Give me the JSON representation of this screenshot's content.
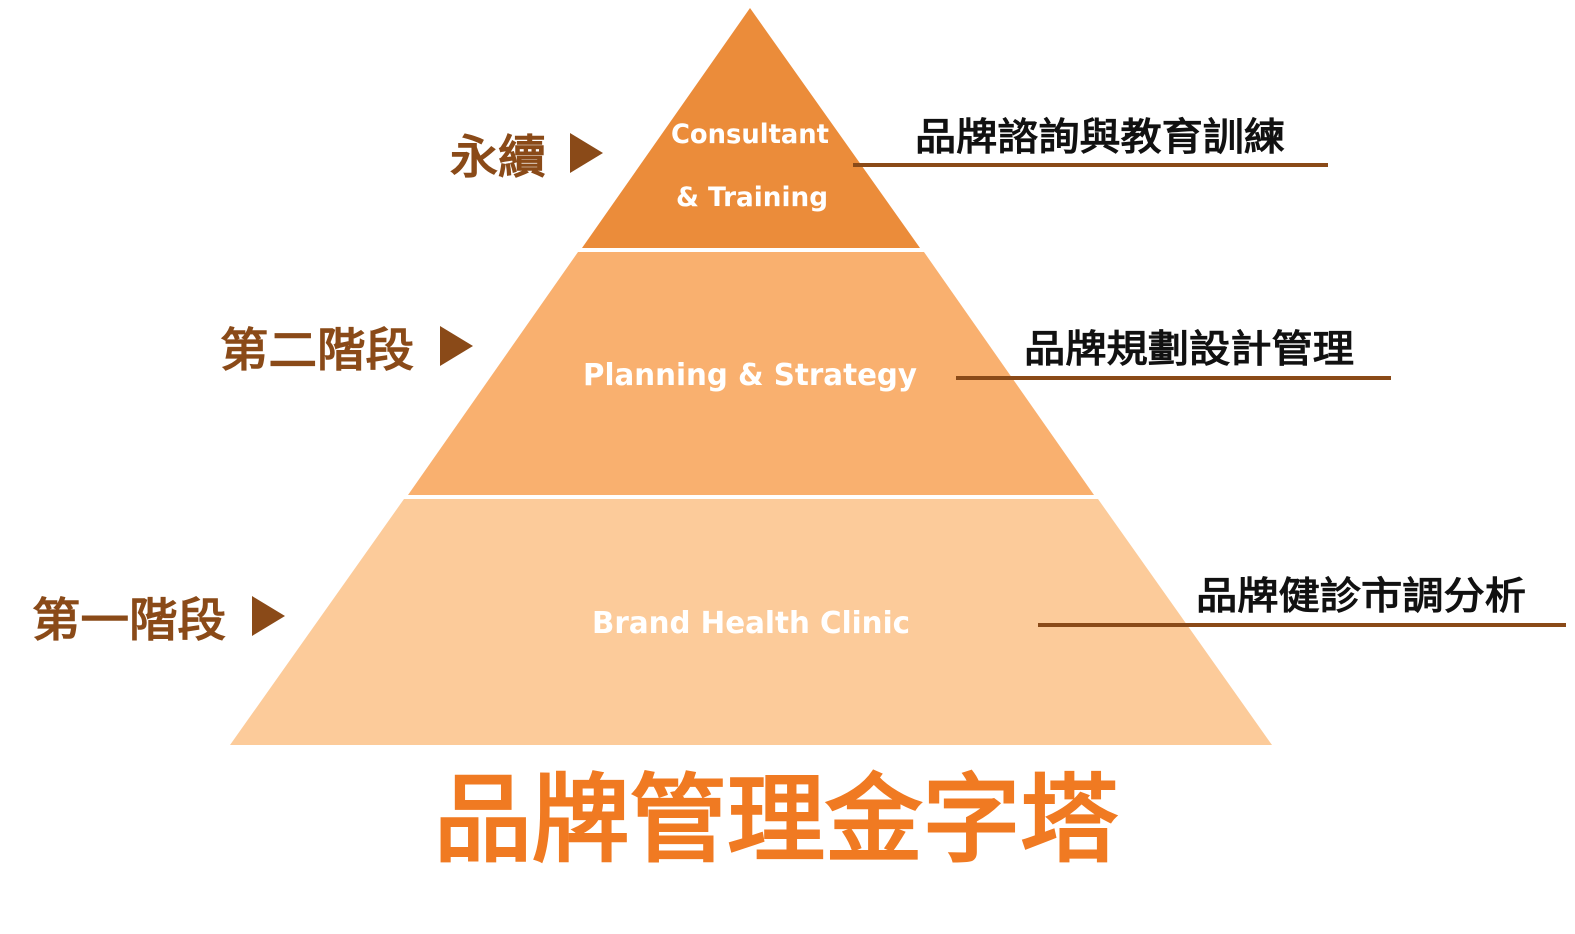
{
  "title": "品牌管理金字塔",
  "tiers": [
    {
      "stage_label": "永續",
      "english_lines": [
        "Consultant",
        "& Training"
      ],
      "description": "品牌諮詢與教育訓練"
    },
    {
      "stage_label": "第二階段",
      "english_lines": [
        "Planning & Strategy"
      ],
      "description": "品牌規劃設計管理"
    },
    {
      "stage_label": "第一階段",
      "english_lines": [
        "Brand Health Clinic"
      ],
      "description": "品牌健診市調分析"
    }
  ],
  "colors": {
    "tier_top": "#eb8c3a",
    "tier_middle": "#f9b06f",
    "tier_bottom": "#fccb9a",
    "stage_label": "#8a4a18",
    "connector_line": "#8a4a18",
    "arrow": "#8a4a18",
    "title": "#f07a22"
  },
  "icons": {
    "stage_arrow": "right-triangle-icon"
  }
}
